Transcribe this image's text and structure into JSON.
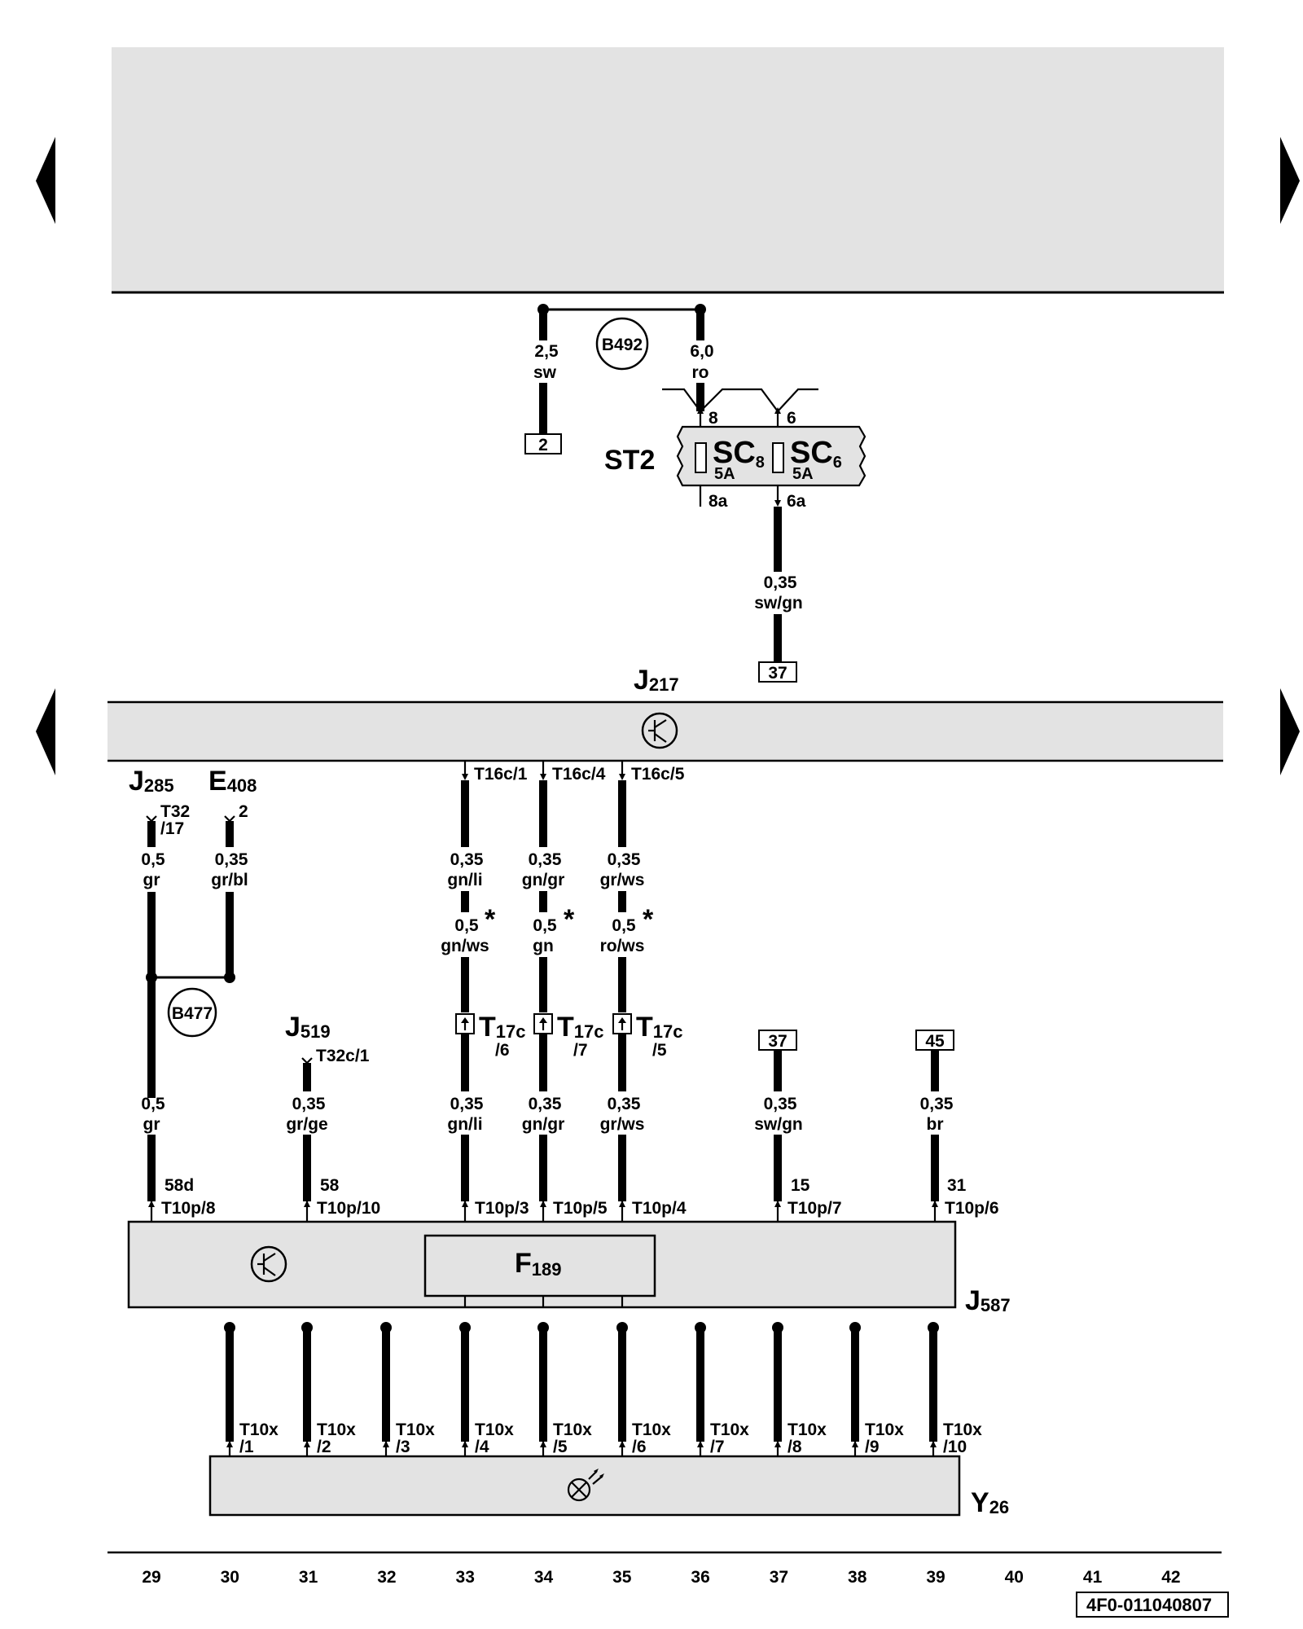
{
  "components": {
    "J217": {
      "main": "J",
      "sub": "217"
    },
    "J285": {
      "main": "J",
      "sub": "285"
    },
    "E408": {
      "main": "E",
      "sub": "408"
    },
    "J519": {
      "main": "J",
      "sub": "519"
    },
    "J587": {
      "main": "J",
      "sub": "587"
    },
    "F189": {
      "main": "F",
      "sub": "189"
    },
    "Y26": {
      "main": "Y",
      "sub": "26"
    },
    "ST2": "ST2"
  },
  "fuses": {
    "sc8": {
      "main": "SC",
      "sub": "8",
      "rating": "5A",
      "in": "8",
      "out": "8a"
    },
    "sc6": {
      "main": "SC",
      "sub": "6",
      "rating": "5A",
      "in": "6",
      "out": "6a"
    }
  },
  "splices": {
    "b492": "B492",
    "b477": "B477"
  },
  "refboxes": {
    "r2": "2",
    "r37a": "37",
    "r37b": "37",
    "r45": "45"
  },
  "top_wires": {
    "w1": {
      "size": "2,5",
      "color": "sw"
    },
    "w2": {
      "size": "6,0",
      "color": "ro"
    },
    "w3": {
      "size": "0,35",
      "color": "sw/gn"
    }
  },
  "pins": {
    "t16c1": "T16c/1",
    "t16c4": "T16c/4",
    "t16c5": "T16c/5",
    "t32a": "T32",
    "t32b": "/17",
    "e408pin": "2",
    "t32c1": "T32c/1",
    "t17c_main": "T",
    "t17c_sub": "17c",
    "t17c_6": "/6",
    "t17c_7": "/7",
    "t17c_5": "/5",
    "t10p8": "T10p/8",
    "t10p10": "T10p/10",
    "t10p3": "T10p/3",
    "t10p5": "T10p/5",
    "t10p4": "T10p/4",
    "t10p7": "T10p/7",
    "t10p6": "T10p/6",
    "term58d": "58d",
    "term58": "58",
    "term15": "15",
    "term31": "31"
  },
  "wires": {
    "gr_a": {
      "size": "0,5",
      "color": "gr"
    },
    "grbl": {
      "size": "0,35",
      "color": "gr/bl"
    },
    "gnli_a": {
      "size": "0,35",
      "color": "gn/li"
    },
    "gngr_a": {
      "size": "0,35",
      "color": "gn/gr"
    },
    "grws_a": {
      "size": "0,35",
      "color": "gr/ws"
    },
    "gnws": {
      "size": "0,5",
      "color": "gn/ws"
    },
    "gn": {
      "size": "0,5",
      "color": "gn"
    },
    "rows": {
      "size": "0,5",
      "color": "ro/ws"
    },
    "gr_b": {
      "size": "0,5",
      "color": "gr"
    },
    "grge": {
      "size": "0,35",
      "color": "gr/ge"
    },
    "gnli_b": {
      "size": "0,35",
      "color": "gn/li"
    },
    "gngr_b": {
      "size": "0,35",
      "color": "gn/gr"
    },
    "grws_b": {
      "size": "0,35",
      "color": "gr/ws"
    },
    "swgn": {
      "size": "0,35",
      "color": "sw/gn"
    },
    "br": {
      "size": "0,35",
      "color": "br"
    }
  },
  "asterisk": "*",
  "t10x": {
    "prefix": "T10x",
    "pins": [
      "/1",
      "/2",
      "/3",
      "/4",
      "/5",
      "/6",
      "/7",
      "/8",
      "/9",
      "/10"
    ]
  },
  "scale": [
    "29",
    "30",
    "31",
    "32",
    "33",
    "34",
    "35",
    "36",
    "37",
    "38",
    "39",
    "40",
    "41",
    "42"
  ],
  "doc_code": "4F0-011040807"
}
